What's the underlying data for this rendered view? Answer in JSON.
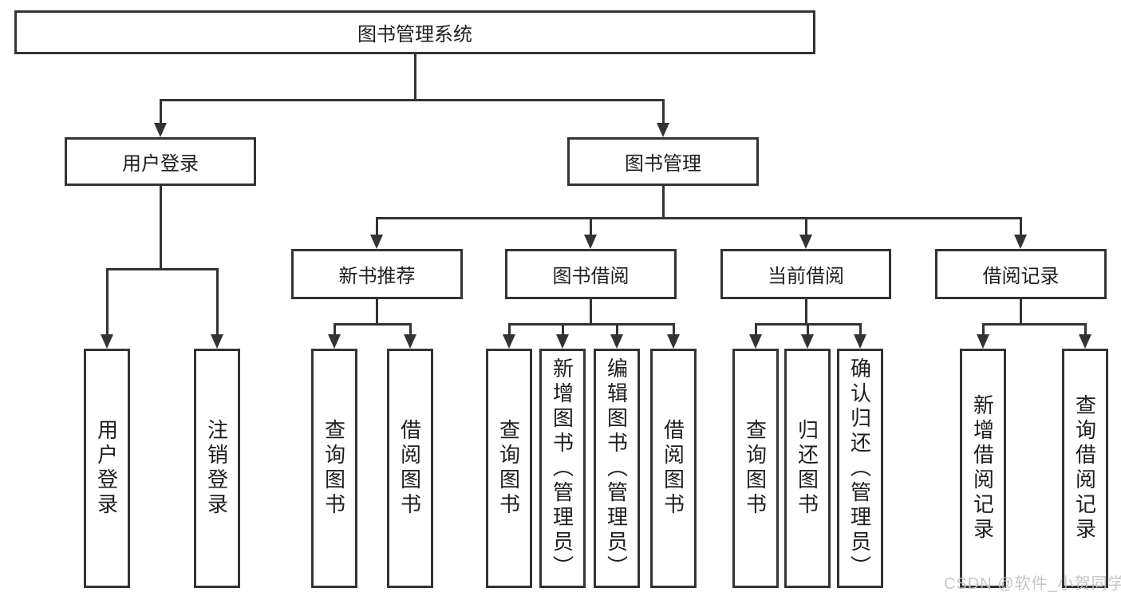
{
  "diagram_type": "hierarchy-tree",
  "tree": {
    "label": "图书管理系统",
    "children": [
      {
        "label": "用户登录",
        "children": [
          {
            "label": "用户登录"
          },
          {
            "label": "注销登录"
          }
        ]
      },
      {
        "label": "图书管理",
        "children": [
          {
            "label": "新书推荐",
            "children": [
              {
                "label": "查询图书"
              },
              {
                "label": "借阅图书"
              }
            ]
          },
          {
            "label": "图书借阅",
            "children": [
              {
                "label": "查询图书"
              },
              {
                "label": "新增图书（管理员）"
              },
              {
                "label": "编辑图书（管理员）"
              },
              {
                "label": "借阅图书"
              }
            ]
          },
          {
            "label": "当前借阅",
            "children": [
              {
                "label": "查询图书"
              },
              {
                "label": "归还图书"
              },
              {
                "label": "确认归还（管理员）"
              }
            ]
          },
          {
            "label": "借阅记录",
            "children": [
              {
                "label": "新增借阅记录"
              },
              {
                "label": "查询借阅记录"
              }
            ]
          }
        ]
      }
    ]
  },
  "watermark": {
    "text": "CSDN @软件_小贺同学"
  },
  "colors": {
    "line": "#333333",
    "text": "#1e1e1e",
    "watermark": "#c2c2c2",
    "background": "#ffffff"
  }
}
